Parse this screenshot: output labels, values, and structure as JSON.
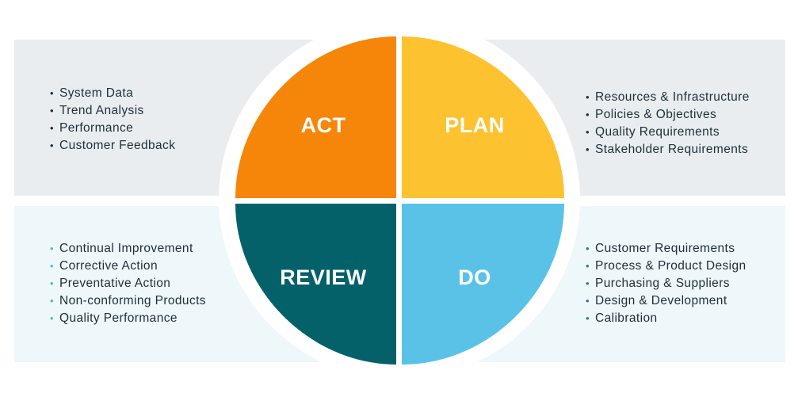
{
  "quadrants": {
    "act": {
      "label": "ACT",
      "color": "#f5860a",
      "items": [
        "System Data",
        "Trend Analysis",
        "Performance",
        "Customer Feedback"
      ]
    },
    "plan": {
      "label": "PLAN",
      "color": "#fdc22f",
      "items": [
        "Resources & Infrastructure",
        "Policies & Objectives",
        "Quality Requirements",
        "Stakeholder Requirements"
      ]
    },
    "review": {
      "label": "REVIEW",
      "color": "#04616a",
      "items": [
        "Continual Improvement",
        "Corrective Action",
        "Preventative Action",
        "Non-conforming Products",
        "Quality Performance"
      ]
    },
    "do": {
      "label": "DO",
      "color": "#5bc2e7",
      "items": [
        "Customer Requirements",
        "Process & Product Design",
        "Purchasing & Suppliers",
        "Design & Development",
        "Calibration"
      ]
    }
  },
  "bullet_glyph": "•"
}
